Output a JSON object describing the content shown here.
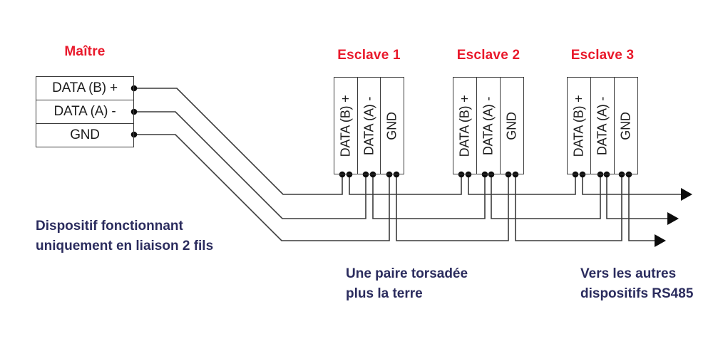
{
  "master": {
    "title": "Maître",
    "rows": [
      "DATA (B) +",
      "DATA (A) -",
      "GND"
    ]
  },
  "slaves": [
    {
      "title": "Esclave 1",
      "columns": [
        "DATA (B) +",
        "DATA (A) -",
        "GND"
      ]
    },
    {
      "title": "Esclave 2",
      "columns": [
        "DATA (B) +",
        "DATA (A) -",
        "GND"
      ]
    },
    {
      "title": "Esclave 3",
      "columns": [
        "DATA (B) +",
        "DATA (A) -",
        "GND"
      ]
    }
  ],
  "annotations": {
    "master_note": {
      "lines": [
        "Dispositif fonctionnant",
        "uniquement en liaison 2 fils"
      ]
    },
    "cable_note": {
      "lines": [
        "Une paire torsadée",
        "plus la terre"
      ]
    },
    "continuation_note": {
      "lines": [
        "Vers les autres",
        "dispositifs RS485"
      ]
    }
  },
  "colors": {
    "title_red": "#e9192b",
    "note_navy": "#2b2c5e",
    "wire": "#3b3b3b",
    "terminal_dot": "#0c0c0c",
    "background": "#ffffff"
  }
}
